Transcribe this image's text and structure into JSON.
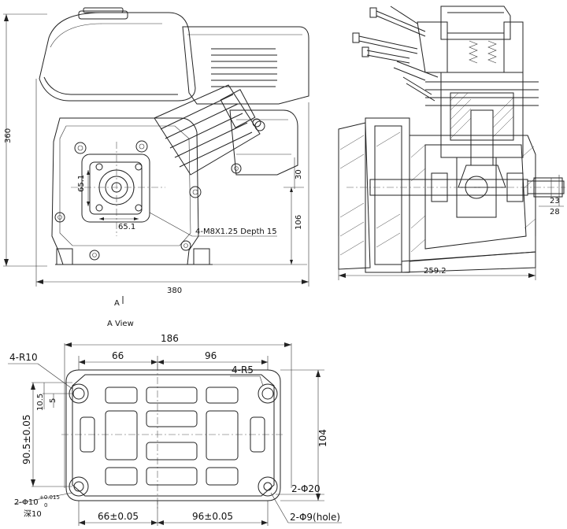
{
  "front_view": {
    "height_total": "360",
    "width_total": "380",
    "flange_h": "65.1",
    "flange_w": "65.1",
    "shaft_height": "106",
    "offset_30": "30",
    "thread_note": "4-M8X1.25 Depth 15"
  },
  "side_view": {
    "length": "259.2",
    "shaft_dia_a": "23",
    "shaft_dia_b": "28"
  },
  "view_marker": {
    "letter": "A",
    "caption": "A View"
  },
  "base_view": {
    "overall_width": "186",
    "span_left": "66",
    "span_right": "96",
    "corner_radius": "4-R10",
    "slot_radius": "4-R5",
    "edge_offset": "10.5",
    "small_dim": "5",
    "pitch_v": "90.5±0.05",
    "overall_depth": "104",
    "hole_dia_20": "2-Φ20",
    "hole_dia_9": "2-Φ9(hole)",
    "pin_dia": "2-Φ10",
    "pin_tol_upper": "+0.015",
    "pin_tol_lower": "0",
    "pin_depth": "深10",
    "pos_left": "66±0.05",
    "pos_right": "96±0.05"
  }
}
